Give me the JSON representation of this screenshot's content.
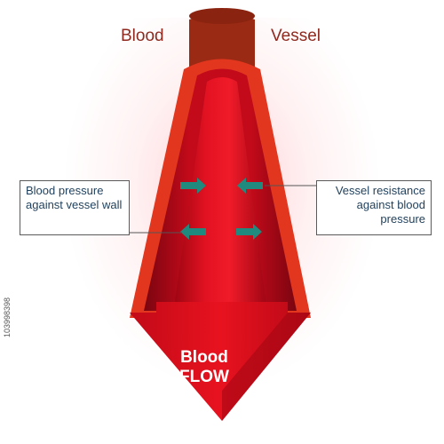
{
  "header": {
    "word_left": "Blood",
    "word_right": "Vessel"
  },
  "labels": {
    "pressure": "Blood pressure against vessel wall",
    "resistance": "Vessel resistance against blood pressure"
  },
  "flow": {
    "line1": "Blood",
    "line2": "FLOW"
  },
  "side_id": "103998398",
  "colors": {
    "vessel_cap": "#9b2a14",
    "vessel_outer": "#ff8c96",
    "vessel_rim": "#e2361e",
    "blood": "#e3101f",
    "blood_dark": "#b00715",
    "arrow_teal": "#1f8a7d",
    "text_dark": "#1f3f5b"
  },
  "icons": [
    "double-arrow-pressure-icon",
    "double-arrow-resistance-icon"
  ]
}
